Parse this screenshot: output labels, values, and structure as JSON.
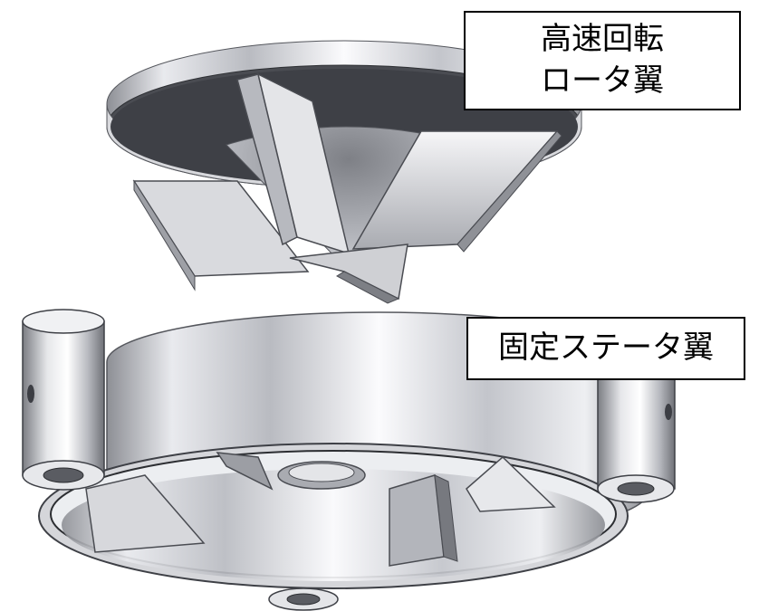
{
  "labels": {
    "rotor_line1": "高速回転",
    "rotor_line2": "ロータ翼",
    "stator": "固定ステータ翼"
  },
  "colors": {
    "background": "#ffffff",
    "metal_light": "#f4f4f6",
    "metal_mid": "#c9cace",
    "metal_dark": "#5e6066",
    "label_border": "#000000"
  }
}
